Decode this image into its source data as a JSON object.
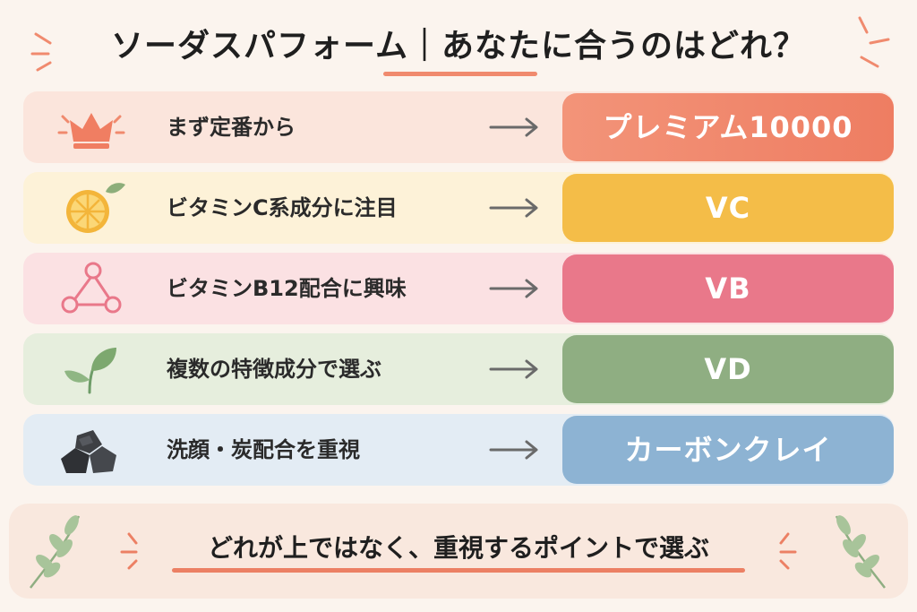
{
  "header": {
    "title": "ソーダスパフォーム｜あなたに合うのはどれ？"
  },
  "rows": [
    {
      "label": "まず定番から",
      "product": "プレミアム10000",
      "icon": "crown-icon"
    },
    {
      "label": "ビタミンC系成分に注目",
      "product": "VC",
      "icon": "lemon-icon"
    },
    {
      "label": "ビタミンB12配合に興味",
      "product": "VB",
      "icon": "molecule-icon"
    },
    {
      "label": "複数の特徴成分で選ぶ",
      "product": "VD",
      "icon": "leaf-icon"
    },
    {
      "label": "洗顔・炭配合を重視",
      "product": "カーボンクレイ",
      "icon": "charcoal-icon"
    }
  ],
  "footer": {
    "text": "どれが上ではなく、重視するポイントで選ぶ"
  },
  "colors": {
    "background": "#fbf4ee",
    "accent": "#f08a6e",
    "premium": "#f0886c",
    "vc": "#f3bb47",
    "vb": "#e9788a",
    "vd": "#8fae82",
    "carbon": "#8db3d3"
  }
}
